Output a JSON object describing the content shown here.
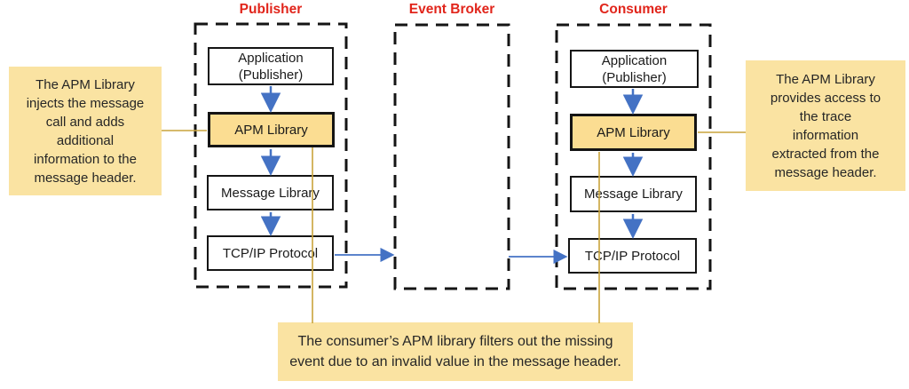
{
  "diagram": {
    "publisher": {
      "title": "Publisher",
      "boxes": {
        "application": "Application\n(Publisher)",
        "apm": "APM Library",
        "message": "Message Library",
        "tcp": "TCP/IP Protocol"
      }
    },
    "event_broker": {
      "title": "Event Broker"
    },
    "consumer": {
      "title": "Consumer",
      "boxes": {
        "application": "Application\n(Publisher)",
        "apm": "APM Library",
        "message": "Message Library",
        "tcp": "TCP/IP Protocol"
      }
    },
    "notes": {
      "left": "The APM Library\ninjects the message\ncall and adds\nadditional\ninformation to the\nmessage header.",
      "right": "The APM Library\nprovides access to\nthe trace\ninformation\nextracted from the\nmessage header.",
      "bottom": "The consumer’s APM library filters out the missing\nevent due to an invalid value in the message header."
    },
    "colors": {
      "note_fill": "#fae3a2",
      "apm_fill": "#fbdd92",
      "connector_gold": "#c9a43b",
      "arrow_blue": "#4472c4",
      "title_red": "#e1251b",
      "box_border": "#141414"
    }
  }
}
